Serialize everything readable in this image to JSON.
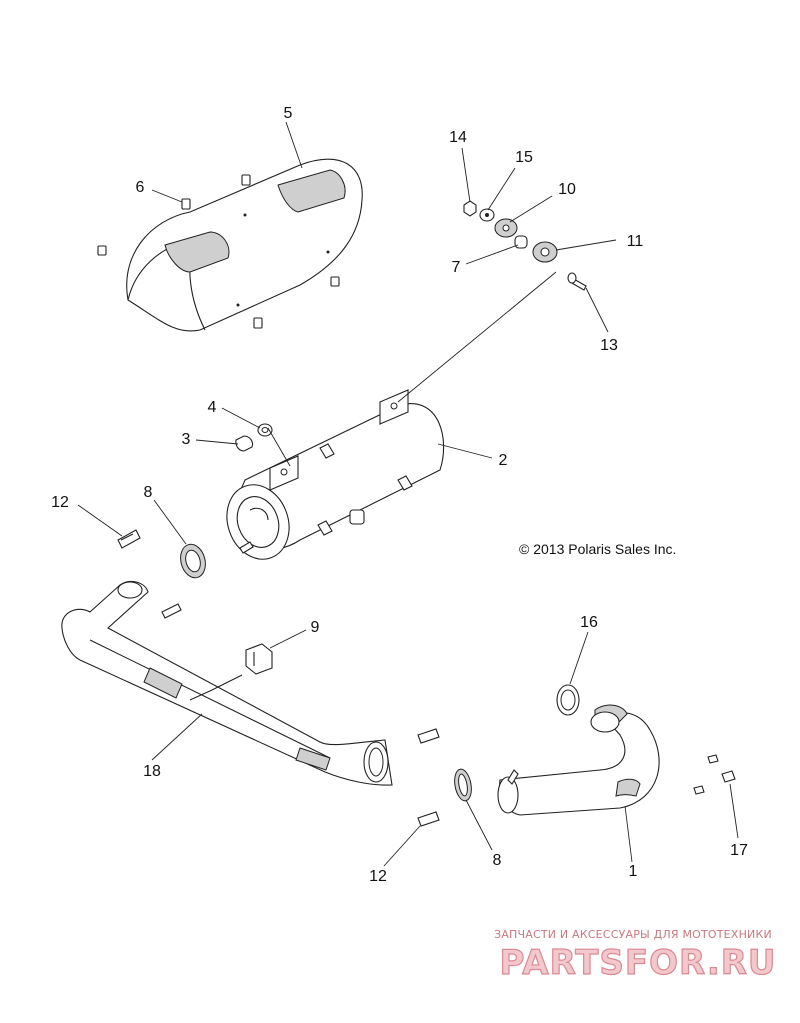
{
  "diagram": {
    "copyright": "© 2013 Polaris Sales Inc.",
    "callouts": {
      "c1": "1",
      "c2": "2",
      "c3": "3",
      "c4": "4",
      "c5": "5",
      "c6": "6",
      "c7": "7",
      "c8a": "8",
      "c8b": "8",
      "c9": "9",
      "c10": "10",
      "c11": "11",
      "c12a": "12",
      "c12b": "12",
      "c13": "13",
      "c14": "14",
      "c15": "15",
      "c16": "16",
      "c17": "17",
      "c18": "18"
    }
  },
  "watermark": {
    "tagline": "ЗАПЧАСТИ И АКСЕССУАРЫ ДЛЯ МОТОТЕХНИКИ",
    "logo": "PARTSFOR.RU"
  }
}
